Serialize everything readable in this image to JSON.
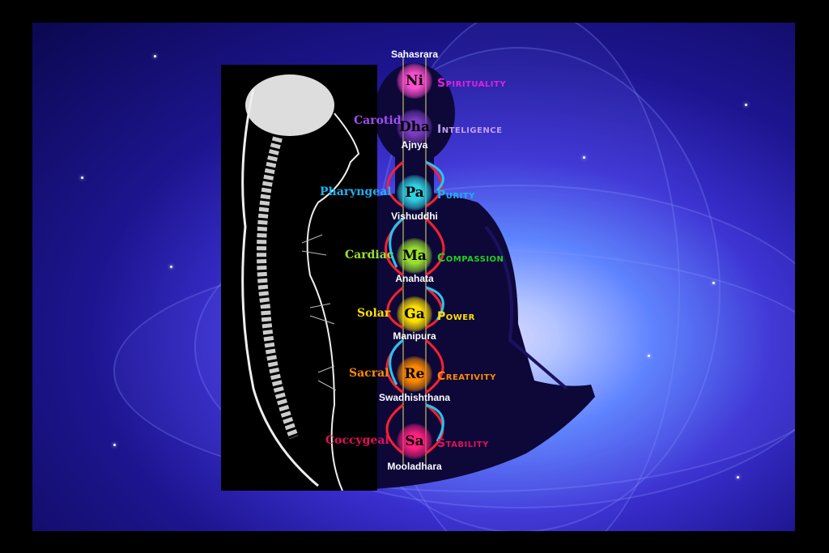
{
  "chakras": [
    {
      "note": "Ni",
      "name": "Sahasrara",
      "nerve": "",
      "quality": "Spirituality",
      "color": "#ff4fd0"
    },
    {
      "note": "Dha",
      "name": "Ajnya",
      "nerve": "Carotid",
      "quality": "Inteligence",
      "color": "#7a3cc0"
    },
    {
      "note": "Pa",
      "name": "Vishuddhi",
      "nerve": "Pharyngeal",
      "quality": "Purity",
      "color": "#2fd0e0"
    },
    {
      "note": "Ma",
      "name": "Anahata",
      "nerve": "Cardiac",
      "quality": "Compassion",
      "color": "#9be030"
    },
    {
      "note": "Ga",
      "name": "Manipura",
      "nerve": "Solar",
      "quality": "Power",
      "color": "#ffe000"
    },
    {
      "note": "Re",
      "name": "Swadhishthana",
      "nerve": "Sacral",
      "quality": "Creativity",
      "color": "#ff8a00"
    },
    {
      "note": "Sa",
      "name": "Mooladhara",
      "nerve": "Coccygeal",
      "quality": "Stability",
      "color": "#ff2080"
    }
  ]
}
